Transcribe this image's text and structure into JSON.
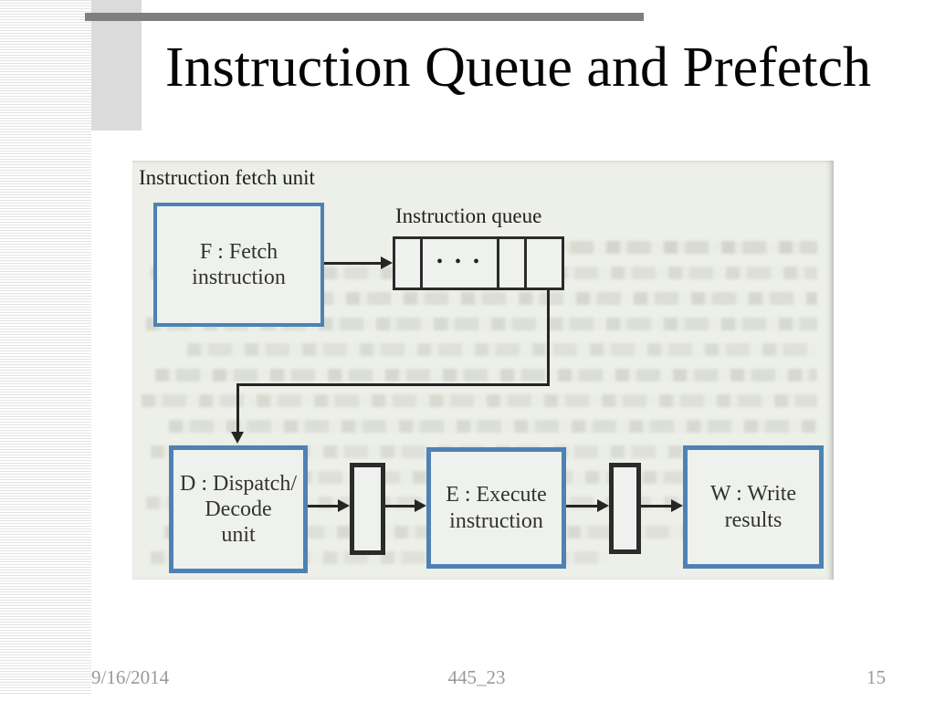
{
  "title": "Instruction Queue and Prefetch",
  "footer": {
    "date": "9/16/2014",
    "center": "445_23",
    "page_number": "15"
  },
  "diagram": {
    "fetch_unit_label": "Instruction fetch unit",
    "queue_label": "Instruction queue",
    "queue_ellipsis": "• • •",
    "fetch_box_label": "F : Fetch\ninstruction",
    "dispatch_box_label": "D : Dispatch/\nDecode\nunit",
    "execute_box_label": "E : Execute\ninstruction",
    "write_box_label": "W : Write\nresults"
  },
  "colors": {
    "box_border_blue": "#4e82b4",
    "diagram_line_black": "#252525",
    "scan_background": "#edefe9",
    "accent_bar_dark_gray": "#7f7f7f",
    "accent_bar_light_gray": "#dbdbdb",
    "footer_text_gray": "#9a9a9a"
  }
}
